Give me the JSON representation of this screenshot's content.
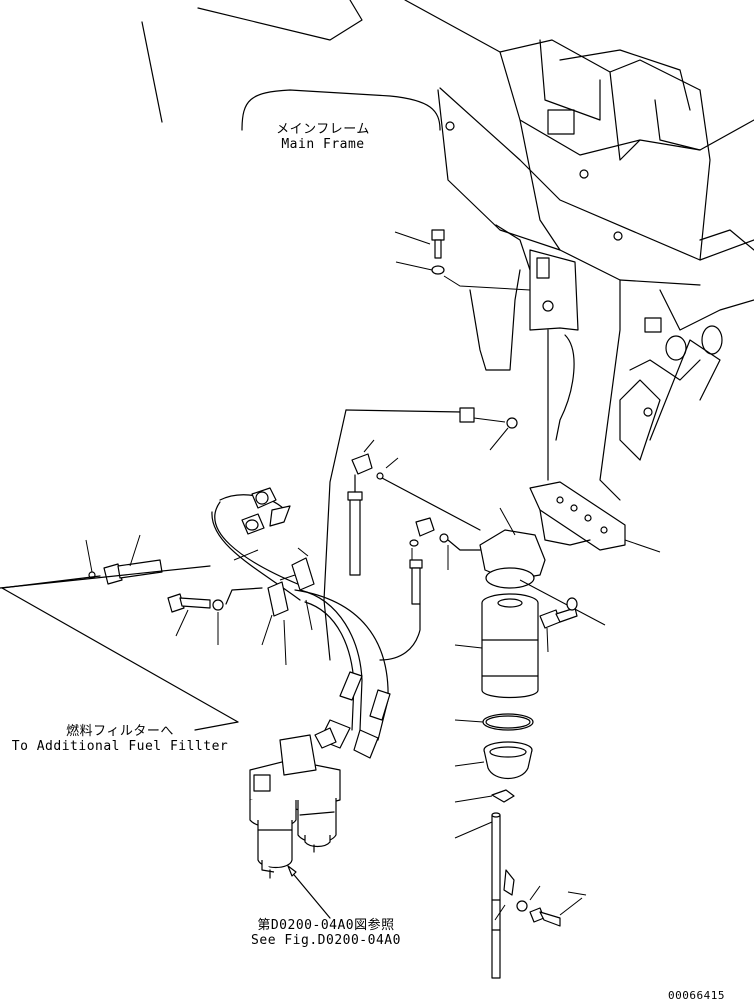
{
  "labels": {
    "main_frame_jp": "メインフレーム",
    "main_frame_en": "Main Frame",
    "fuel_filter_jp": "燃料フィルターへ",
    "fuel_filter_en": "To Additional Fuel Fillter",
    "see_fig_jp": "第D0200-04A0図参照",
    "see_fig_en": "See Fig.D0200-04A0",
    "drawing_code": "00066415"
  }
}
